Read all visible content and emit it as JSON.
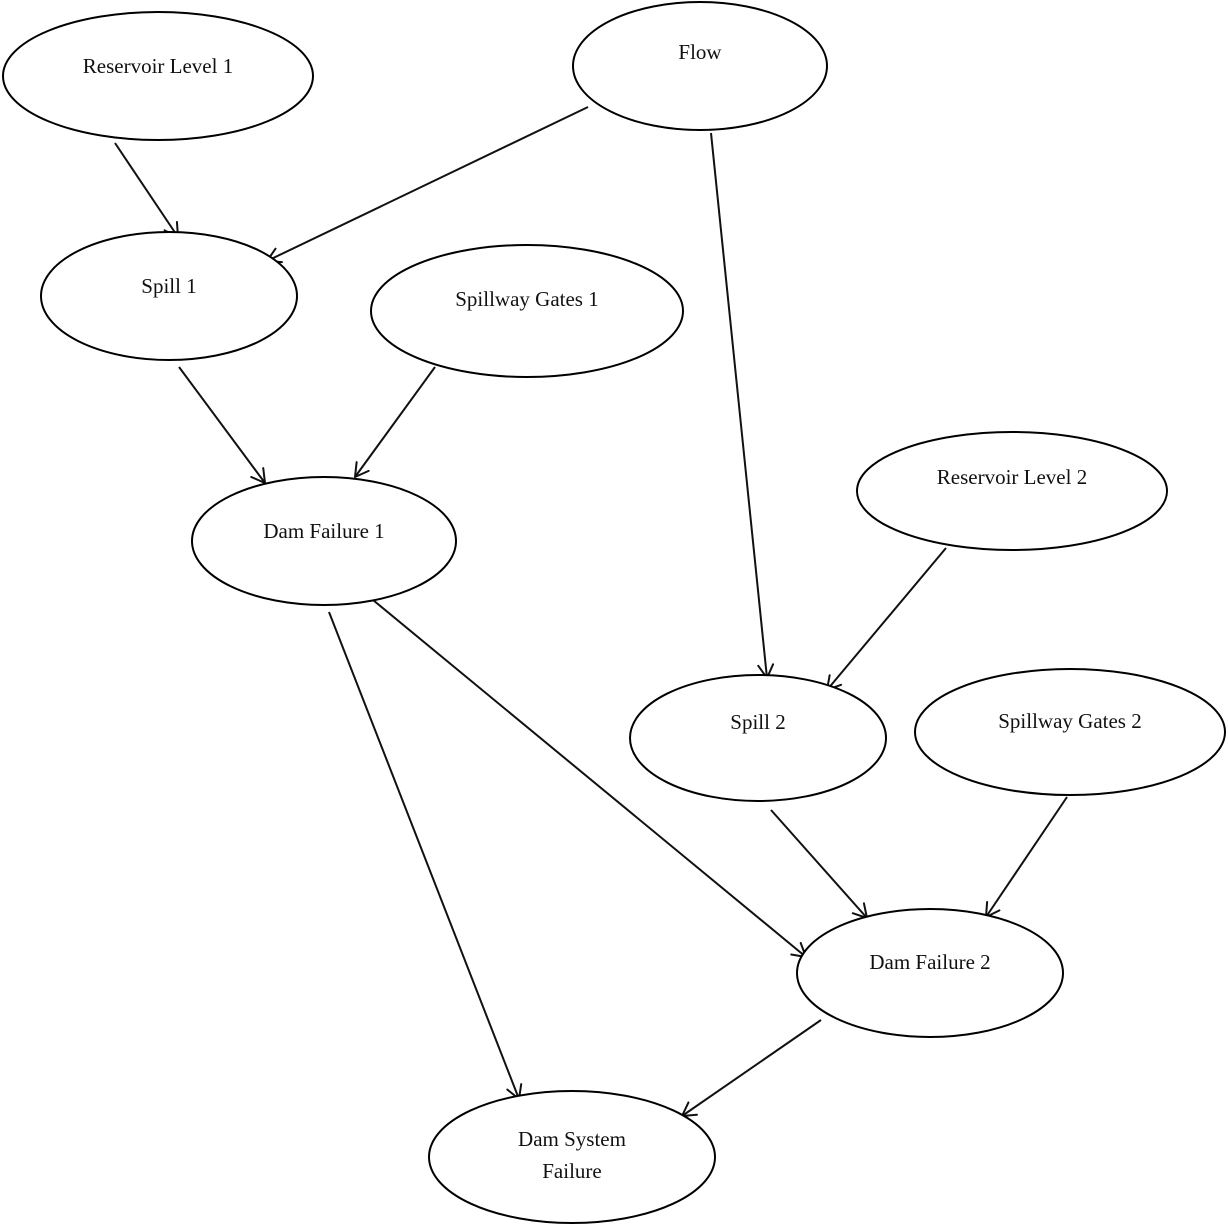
{
  "diagram": {
    "nodes": [
      {
        "id": "reservoir1",
        "lines": [
          "Reservoir Level 1"
        ]
      },
      {
        "id": "flow",
        "lines": [
          "Flow"
        ]
      },
      {
        "id": "spill1",
        "lines": [
          "Spill 1"
        ]
      },
      {
        "id": "gates1",
        "lines": [
          "Spillway Gates 1"
        ]
      },
      {
        "id": "damfail1",
        "lines": [
          "Dam Failure 1"
        ]
      },
      {
        "id": "reservoir2",
        "lines": [
          "Reservoir Level 2"
        ]
      },
      {
        "id": "spill2",
        "lines": [
          "Spill 2"
        ]
      },
      {
        "id": "gates2",
        "lines": [
          "Spillway Gates 2"
        ]
      },
      {
        "id": "damfail2",
        "lines": [
          "Dam Failure 2"
        ]
      },
      {
        "id": "system",
        "lines": [
          "Dam System",
          "Failure"
        ]
      }
    ],
    "edges": [
      {
        "from": "reservoir1",
        "to": "spill1"
      },
      {
        "from": "flow",
        "to": "spill1"
      },
      {
        "from": "flow",
        "to": "spill2"
      },
      {
        "from": "spill1",
        "to": "damfail1"
      },
      {
        "from": "gates1",
        "to": "damfail1"
      },
      {
        "from": "reservoir2",
        "to": "spill2"
      },
      {
        "from": "damfail1",
        "to": "damfail2"
      },
      {
        "from": "damfail1",
        "to": "system"
      },
      {
        "from": "spill2",
        "to": "damfail2"
      },
      {
        "from": "gates2",
        "to": "damfail2"
      },
      {
        "from": "damfail2",
        "to": "system"
      }
    ]
  }
}
